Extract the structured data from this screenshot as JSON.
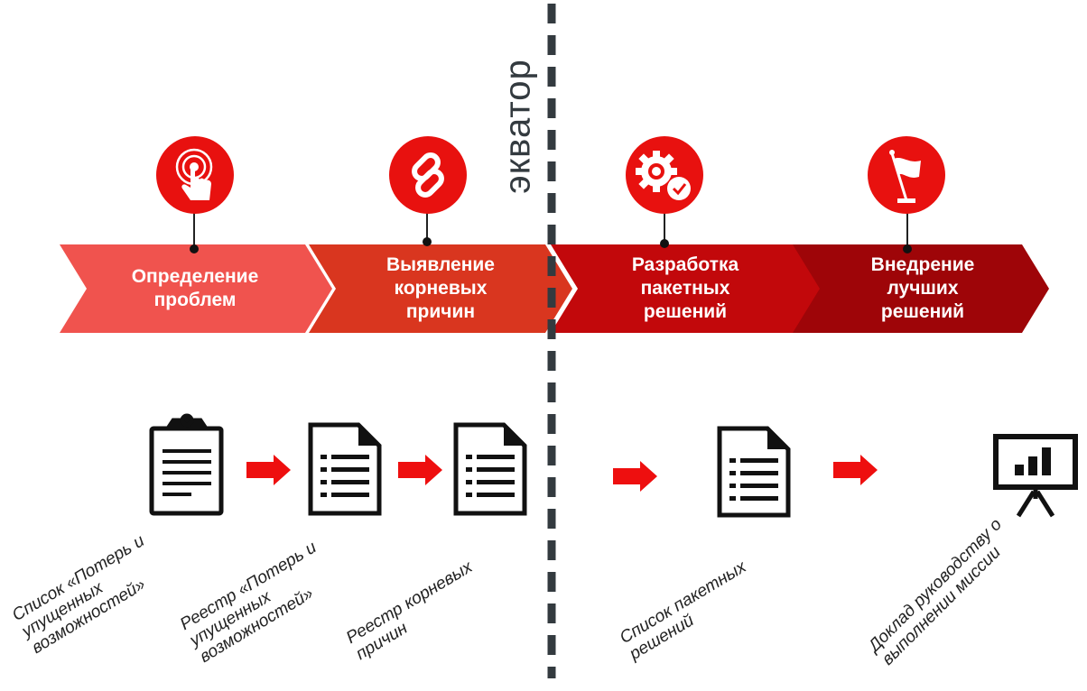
{
  "colors": {
    "stage1": "#f0534e",
    "stage2": "#d9361f",
    "stage3": "#c2080b",
    "stage4": "#9e0508",
    "icon_circle": "#e8110f",
    "arrow": "#ee0f0f",
    "divider": "#333a3f"
  },
  "equator": "экватор",
  "stages": [
    {
      "label": "Определение\nпроблем",
      "icon": "touch-gesture-icon"
    },
    {
      "label": "Выявление\nкорневых\nпричин",
      "icon": "chain-link-icon"
    },
    {
      "label": "Разработка\nпакетных\nрешений",
      "icon": "gear-check-icon"
    },
    {
      "label": "Внедрение\nлучших\nрешений",
      "icon": "flag-icon"
    }
  ],
  "documents": [
    {
      "label": "Список «Потерь и\nупущенных\nвозможностей»",
      "icon": "clipboard-icon"
    },
    {
      "label": "Реестр «Потерь и\nупущенных\nвозможностей»",
      "icon": "document-list-icon"
    },
    {
      "label": "Реестр корневых\nпричин",
      "icon": "document-list-icon"
    },
    {
      "label": "Список пакетных\nрешений",
      "icon": "document-list-icon"
    },
    {
      "label": "Доклад руководству о\nвыполнении миссии",
      "icon": "presentation-board-icon"
    }
  ]
}
